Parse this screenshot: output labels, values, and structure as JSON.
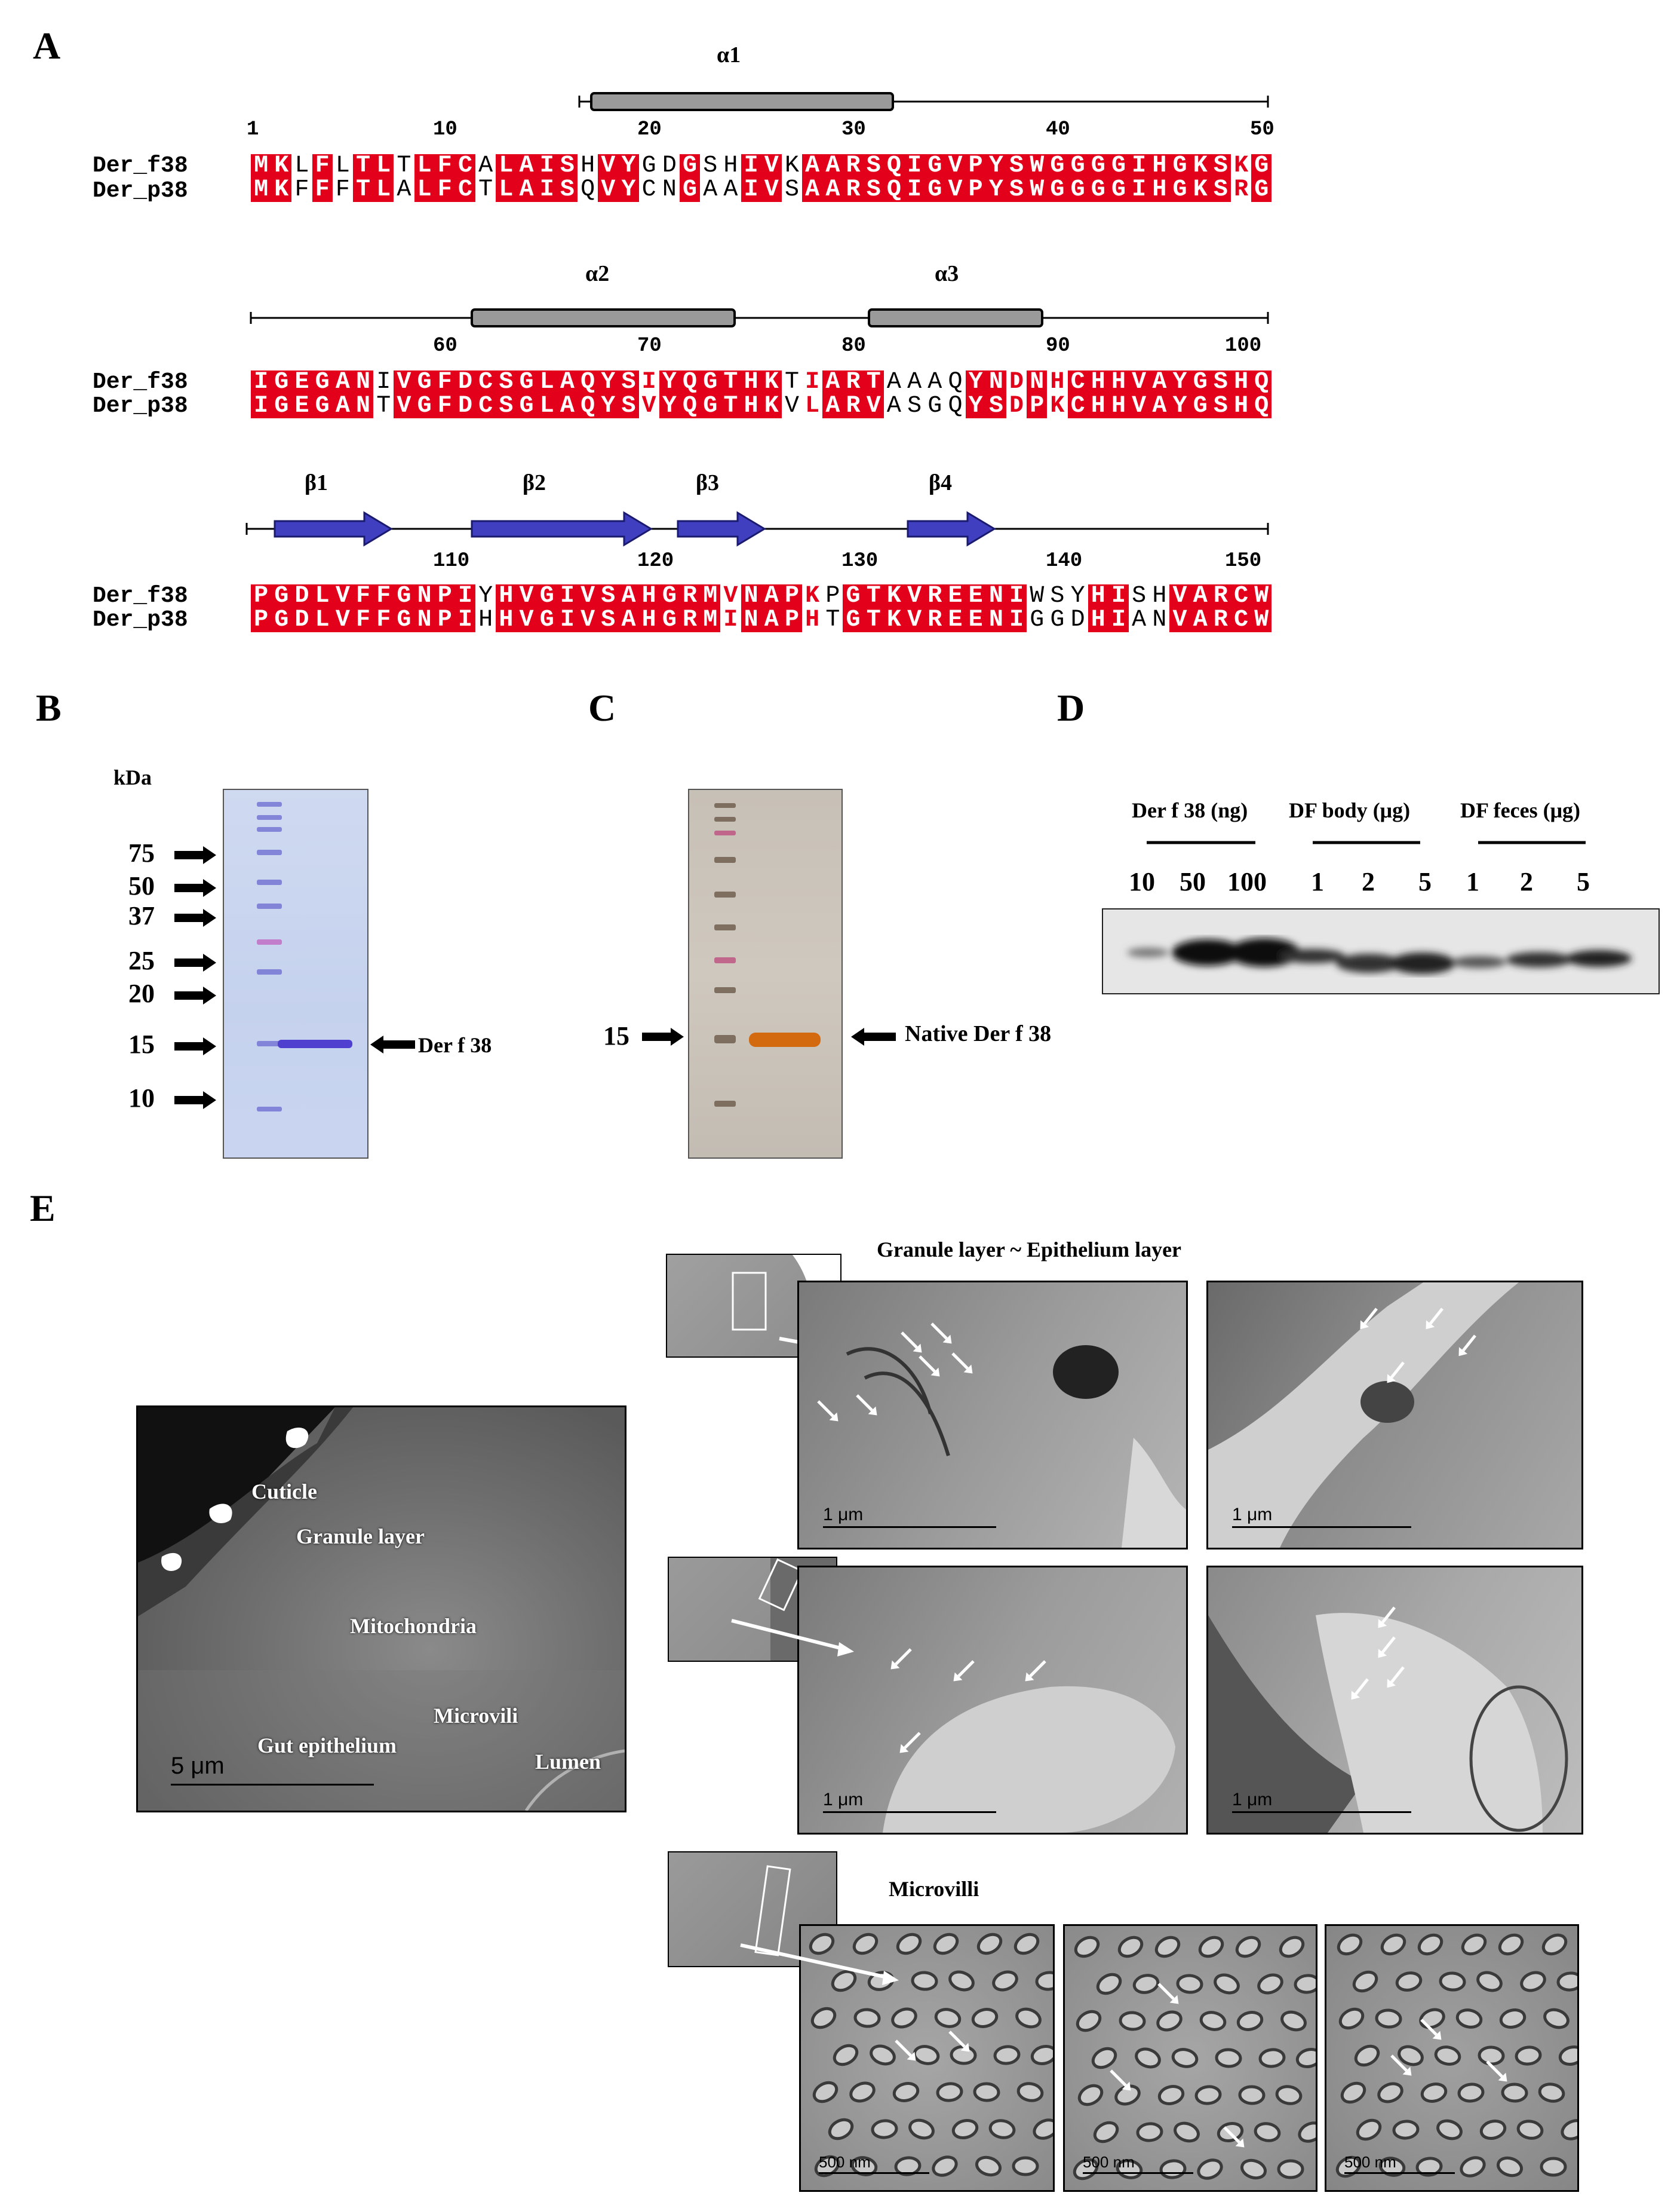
{
  "panels": {
    "A": "A",
    "B": "B",
    "C": "C",
    "D": "D",
    "E": "E"
  },
  "alignment": {
    "names": [
      "Der_f38",
      "Der_p38"
    ],
    "blocks": [
      {
        "ruler": [
          "1",
          "10",
          "20",
          "30",
          "40",
          "50"
        ],
        "ss": [
          {
            "label": "α1",
            "type": "helix"
          }
        ],
        "f38": "MKLFLTLTLFCALAISHVYGDGSHIVKAARSQIGVPYSWGGGGIHGKSKG",
        "p38": "MKFFFTLALFCTLAISQVYCNGAAIVSAARSQIGVPYSWGGGGIHGKSRG",
        "mask": "RRPRPRRPRRRPRRRRPRRPPRPPRRPRRRRRRRRRRRRRRRRRRRRRBR"
      },
      {
        "ruler": [
          "60",
          "70",
          "80",
          "90",
          "100"
        ],
        "ss": [
          {
            "label": "α2",
            "type": "helix"
          },
          {
            "label": "α3",
            "type": "helix"
          }
        ],
        "f38": "IGEGANIVGFDCSGLAQYSIYQGTHKTIARTAAAQYNDNHCHHVAYGSHQ",
        "p38": "IGEGANTVGFDCSGLAQYSVYQGTHKVLARVASGQYSDPKCHHVAYGSHQ",
        "mask": "RRRRRRPRRRRRRRRRRRRBRRRRRRPBRRRPPPPRRBRBRRRRRRRRRR"
      },
      {
        "ruler": [
          "110",
          "120",
          "130",
          "140",
          "150"
        ],
        "ss": [
          {
            "label": "β1",
            "type": "strand"
          },
          {
            "label": "β2",
            "type": "strand"
          },
          {
            "label": "β3",
            "type": "strand"
          },
          {
            "label": "β4",
            "type": "strand"
          }
        ],
        "f38": "PGDLVFFGNPIYHVGIVSAHGRMVNAPKPGTKVREENIWSYHISHVARCW",
        "p38": "PGDLVFFGNPIHHVGIVSAHGRMINAPHTGTKVREENIGGDHIANVARCW",
        "mask": "RRRRRRRRRRRPRRRRRRRRRRRBRRRBPRRRRRRRRRPPPRRPPRRRRR"
      }
    ]
  },
  "panelB": {
    "unit": "kDa",
    "markers": [
      "75",
      "50",
      "37",
      "25",
      "20",
      "15",
      "10"
    ],
    "band_label": "Der f 38"
  },
  "panelC": {
    "marker": "15",
    "band_label": "Native Der f 38"
  },
  "panelD": {
    "groups": [
      "Der f 38 (ng)",
      "DF body (μg)",
      "DF feces (μg)"
    ],
    "lanes": [
      "10",
      "50",
      "100",
      "1",
      "2",
      "5",
      "1",
      "2",
      "5"
    ]
  },
  "panelE": {
    "labels": [
      "Cuticle",
      "Granule layer",
      "Mitochondria",
      "Microvili",
      "Gut epithelium",
      "Lumen"
    ],
    "main_scale": "5 μm",
    "title1": "Granule layer ~ Epithelium layer",
    "title2": "Microvilli",
    "scale_um": "1 μm",
    "scale_nm": "500 nm"
  }
}
